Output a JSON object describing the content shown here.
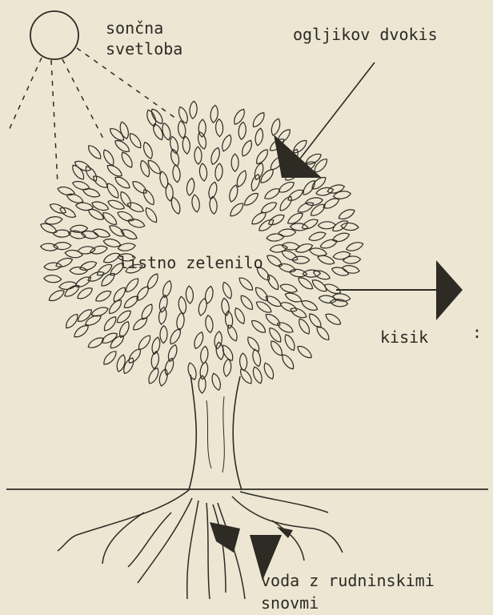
{
  "labels": {
    "sunlight_line1": "sončna",
    "sunlight_line2": "svetloba",
    "carbon_dioxide": "ogljikov dvokis",
    "chlorophyll": "listno zelenilo",
    "oxygen": "kisik",
    "water_line1": "voda z rudninskimi",
    "water_line2": "snovmi"
  },
  "colors": {
    "paper": "#ece6d3",
    "ink": "#2e2a24"
  }
}
